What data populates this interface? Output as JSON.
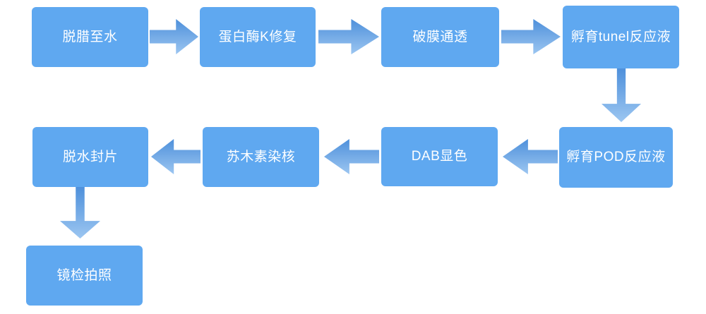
{
  "diagram": {
    "type": "flowchart",
    "colors": {
      "box_fill": "#5FA8F0",
      "arrow_top": "#4E90DB",
      "arrow_bottom": "#9CC6F1",
      "text_color": "#FFFFFF",
      "page_bg": "#FFFFFF"
    },
    "nodes": [
      {
        "id": "n1",
        "label": "脱腊至水"
      },
      {
        "id": "n2",
        "label": "蛋白酶K修复"
      },
      {
        "id": "n3",
        "label": "破膜通透"
      },
      {
        "id": "n4",
        "label": "孵育tunel反应液"
      },
      {
        "id": "n5",
        "label": "孵育POD反应液"
      },
      {
        "id": "n6",
        "label": "DAB显色"
      },
      {
        "id": "n7",
        "label": "苏木素染核"
      },
      {
        "id": "n8",
        "label": "脱水封片"
      },
      {
        "id": "n9",
        "label": "镜检拍照"
      }
    ],
    "edges": [
      {
        "from": "脱腊至水",
        "to": "蛋白酶K修复",
        "direction": "right"
      },
      {
        "from": "蛋白酶K修复",
        "to": "破膜通透",
        "direction": "right"
      },
      {
        "from": "破膜通透",
        "to": "孵育tunel反应液",
        "direction": "right"
      },
      {
        "from": "孵育tunel反应液",
        "to": "孵育POD反应液",
        "direction": "down"
      },
      {
        "from": "孵育POD反应液",
        "to": "DAB显色",
        "direction": "left"
      },
      {
        "from": "DAB显色",
        "to": "苏木素染核",
        "direction": "left"
      },
      {
        "from": "苏木素染核",
        "to": "脱水封片",
        "direction": "left"
      },
      {
        "from": "脱水封片",
        "to": "镜检拍照",
        "direction": "down"
      }
    ]
  }
}
